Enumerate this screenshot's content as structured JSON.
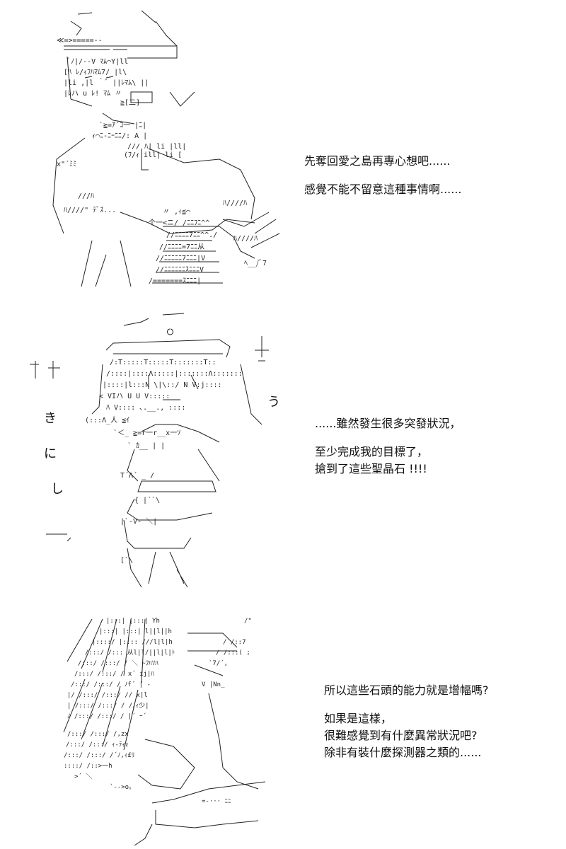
{
  "panels": [
    {
      "caption": [
        "先奪回愛之島再專心想吧......",
        "感覺不能不留意這種事情啊......"
      ]
    },
    {
      "caption": [
        "......雖然發生很多突發狀況，",
        "至少完成我的目標了，",
        "搶到了這些聖晶石 !!!!"
      ],
      "sfx": [
        "う",
        "き",
        "に",
        "し"
      ]
    },
    {
      "caption": [
        "所以這些石頭的能力就是增幅嗎?",
        "如果是這樣，",
        "很難感覺到有什麼異常狀況吧?",
        "除非有裝什麼探測器之類的......"
      ]
    }
  ]
}
